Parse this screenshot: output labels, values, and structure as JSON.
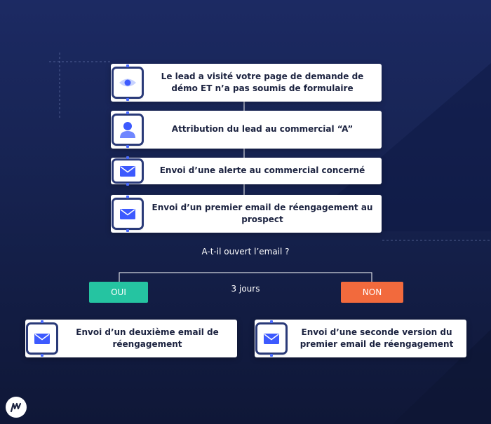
{
  "nodes": {
    "visit": "Le lead a visité votre page de demande de démo ET n’a pas soumis de formulaire",
    "assign": "Attribution du lead au commercial “A”",
    "alert": "Envoi d’une alerte au commercial concerné",
    "first_email": "Envoi d’un premier email de réengagement au prospect",
    "second_email": "Envoi d’un deuxième email de réengagement",
    "second_version": "Envoi d’une seconde version du premier email de réengagement"
  },
  "question": "A-t-il ouvert l’email ?",
  "delay": "3 jours",
  "branches": {
    "yes": {
      "label": "OUI",
      "color": "#25c4a1"
    },
    "no": {
      "label": "NON",
      "color": "#f26a3d"
    }
  },
  "icons": {
    "visit": "eye-icon",
    "assign": "user-icon",
    "alert": "envelope-icon",
    "first_email": "envelope-icon",
    "second_email": "envelope-icon",
    "second_version": "envelope-icon",
    "logo": "brand-logo-icon"
  },
  "colors": {
    "accent": "#3d5afe",
    "connector": "#ffffff"
  }
}
